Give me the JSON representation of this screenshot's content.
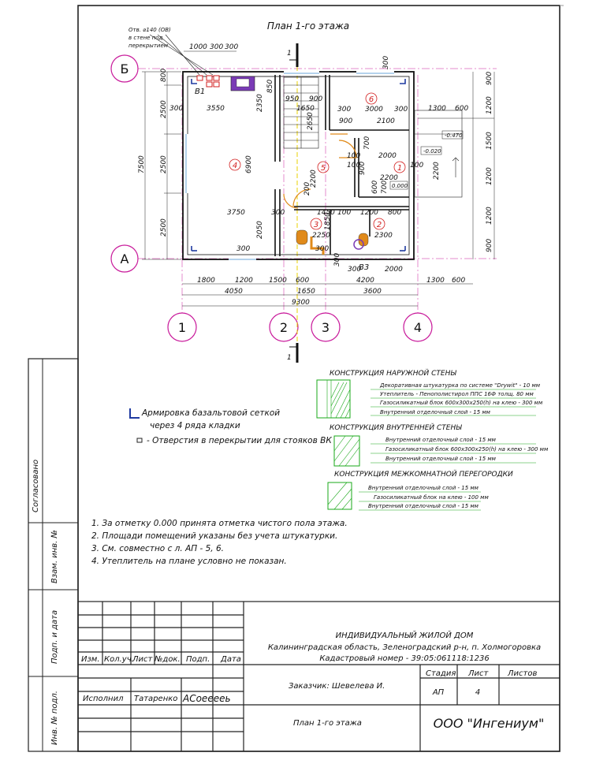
{
  "title": "План 1-го этажа",
  "opening_note": [
    "Отв. ⌀140 (ОВ)",
    "в стене под",
    "перекрытием"
  ],
  "axes": {
    "rows": [
      "Б",
      "А"
    ],
    "cols": [
      "1",
      "2",
      "3",
      "4"
    ],
    "section_marks": [
      "1",
      "1"
    ]
  },
  "dims_top": [
    "1000",
    "300",
    "300",
    "300"
  ],
  "dims_left": [
    "800",
    "2500",
    "7500",
    "2500",
    "2500"
  ],
  "dims_bottom_1": [
    "1800",
    "1200",
    "1500",
    "600",
    "4200",
    "2000",
    "1300",
    "600"
  ],
  "dims_bottom_2": [
    "4050",
    "1650",
    "3600"
  ],
  "dims_total": "9300",
  "dims_right": [
    "900",
    "1200",
    "1500",
    "1200",
    "1200",
    "900"
  ],
  "dims_right_h": [
    "1300",
    "600",
    "2200"
  ],
  "dims_inner": [
    "3550",
    "300",
    "2350",
    "850",
    "950",
    "900",
    "1650",
    "2650",
    "6900",
    "3750",
    "300",
    "2050",
    "1450",
    "100",
    "1200",
    "800",
    "2250",
    "1850",
    "2300",
    "300",
    "3000",
    "300",
    "900",
    "2100",
    "700",
    "2000",
    "100",
    "2200",
    "900",
    "200",
    "2200",
    "600",
    "700",
    "300",
    "300",
    "300",
    "100",
    "100",
    "300"
  ],
  "levels": [
    "-0.470",
    "-0.020",
    "0.000"
  ],
  "rooms": [
    "1",
    "2",
    "3",
    "4",
    "5",
    "6"
  ],
  "risers": [
    "В1",
    "В3"
  ],
  "legend": {
    "mesh": [
      "Армировка базальтовой сеткой",
      "через 4 ряда кладки"
    ],
    "openings": "-  Отверстия в перекрытии для стояков ВК"
  },
  "outer_wall": {
    "title": "КОНСТРУКЦИЯ  НАРУЖНОЙ СТЕНЫ",
    "layers": [
      "Декоративная штукатурка по системе \"Drywit\" - 10 мм",
      "Утеплитель - Пенополистирол ППС 16Ф  толщ. 80 мм",
      "Газосиликатный блок 600х300х250(h) на клею - 300 мм",
      "Внутренний отделочный слой      - 15 мм"
    ]
  },
  "inner_wall": {
    "title": "КОНСТРУКЦИЯ  ВНУТРЕННЕЙ СТЕНЫ",
    "layers": [
      "Внутренний отделочный слой      - 15 мм",
      "Газосиликатный блок 600х300х250(h) на клею - 300 мм",
      "Внутренний отделочный слой      - 15 мм"
    ]
  },
  "partition": {
    "title": "КОНСТРУКЦИЯ МЕЖКОМНАТНОЙ ПЕРЕГОРОДКИ",
    "layers": [
      "Внутренний отделочный слой - 15 мм",
      "Газосиликатный блок на клею - 100 мм",
      "Внутренний отделочный слой - 15 мм"
    ]
  },
  "notes": [
    "1.  За отметку 0.000 принята отметка чистого пола этажа.",
    "2.  Площади помещений  указаны без учета штукатурки.",
    "3.  См. совместно с л. АП - 5, 6.",
    "4.  Утеплитель на плане условно не показан."
  ],
  "side_stamps": [
    "Согласовано",
    "Взам. инв. №",
    "Подп. и дата",
    "Инв. № подл."
  ],
  "stamp": {
    "cols": [
      "Изм.",
      "Кол.уч.",
      "Лист",
      "№док.",
      "Подп.",
      "Дата"
    ],
    "project": "ИНДИВИДУАЛЬНЫЙ ЖИЛОЙ ДОМ",
    "location": "Калининградская область,  Зеленоградский р-н, п. Холмогоровка",
    "cadastre": "Кадастровый номер  -  39:05:061118:1236",
    "customer": "Заказчик: Шевелева И.",
    "stage_label": "Стадия",
    "sheet_label": "Лист",
    "sheets_label": "Листов",
    "stage": "АП",
    "sheet": "4",
    "role": "Исполнил",
    "author": "Татаренко",
    "signature": "АСоееееь",
    "drawing": "План 1-го этажа",
    "company": "ООО \"Ингениум\""
  }
}
